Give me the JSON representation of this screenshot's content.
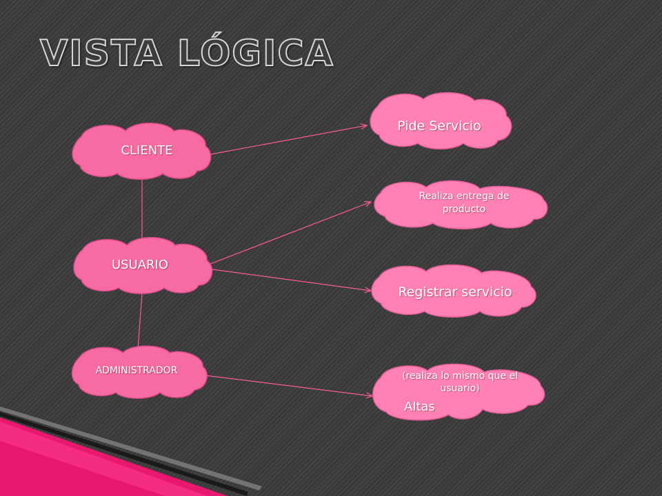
{
  "slide": {
    "title": "VISTA LÓGICA"
  },
  "actors": {
    "cliente": "CLIENTE",
    "usuario": "USUARIO",
    "administrador": "ADMINISTRADOR"
  },
  "actions": {
    "pide_servicio": "Pide Servicio",
    "realiza_entrega_line1": "Realiza entrega de",
    "realiza_entrega_line2": "producto",
    "registrar_servicio": "Registrar servicio",
    "realiza_mismo_line1": "(realiza lo mismo que el",
    "realiza_mismo_line2": "usuario)",
    "altas": "Altas"
  },
  "colors": {
    "cloud_fill": "#f86aa2",
    "connector": "#ff5a98",
    "bottom_stripe": "#e8186e"
  }
}
